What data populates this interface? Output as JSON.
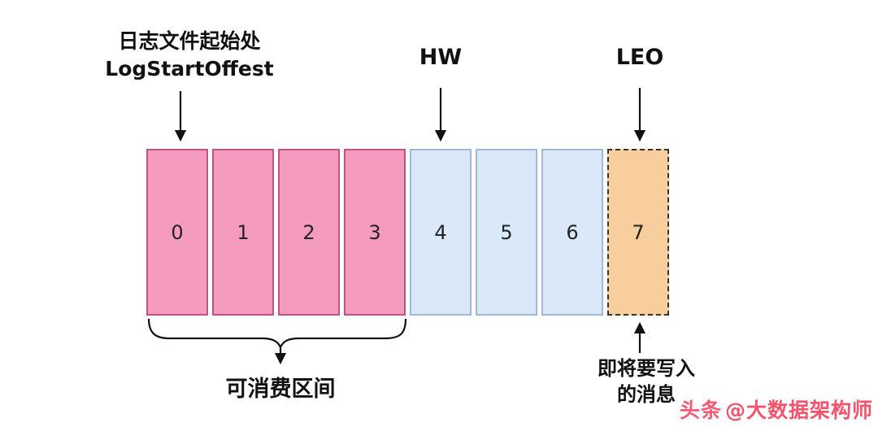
{
  "colors": {
    "pink_fill": "#F59BC0",
    "pink_border": "#C2527E",
    "blue_fill": "#D9E9F9",
    "blue_border": "#9DB9D6",
    "orange_fill": "#F8CE9C",
    "orange_border": "#333333",
    "arrow": "#111111",
    "watermark": "#F4536E"
  },
  "annotations": {
    "log_start": {
      "line1": "日志文件起始处",
      "line2": "LogStartOffest"
    },
    "hw": "HW",
    "leo": "LEO",
    "consumable_range": "可消费区间",
    "upcoming_message": {
      "line1": "即将要写入",
      "line2": "的消息"
    },
    "watermark": {
      "brand": "头条",
      "handle": "@大数据架构师"
    }
  },
  "cells": [
    {
      "label": "0",
      "state": "consumable"
    },
    {
      "label": "1",
      "state": "consumable"
    },
    {
      "label": "2",
      "state": "consumable"
    },
    {
      "label": "3",
      "state": "consumable"
    },
    {
      "label": "4",
      "state": "committed"
    },
    {
      "label": "5",
      "state": "committed"
    },
    {
      "label": "6",
      "state": "committed"
    },
    {
      "label": "7",
      "state": "upcoming"
    }
  ]
}
